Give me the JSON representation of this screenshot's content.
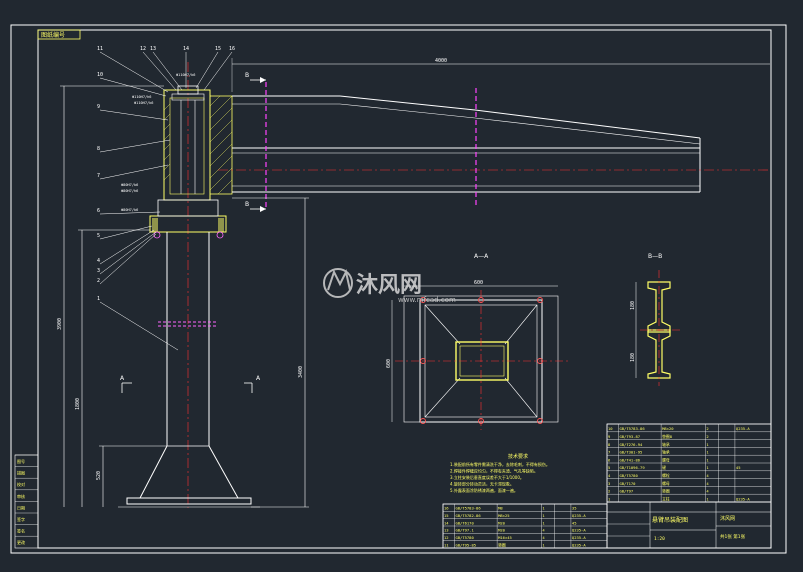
{
  "drawing": {
    "title_tag": "图纸编号",
    "watermark_main": "沐风网",
    "watermark_sub": "www.mfcad.com",
    "section_aa": "A—A",
    "section_bb": "B—B",
    "section_marker_a": "A",
    "section_marker_b": "B",
    "notes_title": "技术要求",
    "notes": [
      "1.装配前所有零件需清洗干净，去除毛刺，不得有损伤。",
      "2.焊接件焊缝应均匀，不得有夹渣、气孔等缺陷。",
      "3.立柱安装后垂直度误差不大于1/1000。",
      "4.旋转部分转动灵活，无卡滞现象。",
      "5.外露表面涂防锈漆两遍，面漆一遍。"
    ],
    "callouts": [
      "11",
      "12",
      "13",
      "14",
      "15",
      "16",
      "10",
      "9",
      "8",
      "7",
      "6",
      "5",
      "4",
      "3",
      "2",
      "1"
    ],
    "fits": [
      "Φ110H7/k6",
      "Φ110H7/h6",
      "Φ110H7/k6",
      "Φ80H7/k6",
      "Φ80H7/h6",
      "Φ80H7/k6"
    ],
    "dims": {
      "span": "4000",
      "height_total": "3900",
      "height_column": "3400",
      "height_lower": "1800",
      "base": "520",
      "sec_a_w": "600",
      "sec_a_h": "600",
      "sec_b": "180"
    }
  },
  "bom_upper": [
    [
      "10",
      "GB/T5783-86",
      "M8×20",
      "2",
      "",
      "Q235-A"
    ],
    [
      "9",
      "GB/T93-87",
      "垫圈8",
      "2",
      "",
      ""
    ],
    [
      "8",
      "GB/T276-94",
      "轴承",
      "1",
      "",
      ""
    ],
    [
      "7",
      "GB/T301-95",
      "轴承",
      "1",
      "",
      ""
    ],
    [
      "6",
      "GB/T41-86",
      "螺母",
      "1",
      "",
      ""
    ],
    [
      "5",
      "GB/T1096-79",
      "键",
      "1",
      "",
      "45"
    ],
    [
      "4",
      "GB/T5780",
      "螺栓",
      "4",
      "",
      ""
    ],
    [
      "3",
      "GB/T170",
      "螺母",
      "4",
      "",
      ""
    ],
    [
      "2",
      "GB/T97",
      "垫圈",
      "4",
      "",
      ""
    ],
    [
      "1",
      "",
      "立柱",
      "1",
      "",
      "Q235-A"
    ]
  ],
  "bom_lower": [
    [
      "16",
      "GB/T5783-86",
      "M8",
      "1",
      "",
      "35"
    ],
    [
      "15",
      "GB/T5782-86",
      "M8×25",
      "1",
      "",
      "Q235-A"
    ],
    [
      "14",
      "GB/T6170",
      "M20",
      "1",
      "",
      "45"
    ],
    [
      "13",
      "GB/T97.1",
      "M20",
      "4",
      "",
      "Q235-A"
    ],
    [
      "12",
      "GB/T5780",
      "M16×45",
      "4",
      "",
      "Q235-A"
    ],
    [
      "11",
      "GB/T95-85",
      "垫圈",
      "1",
      "",
      "Q235-A"
    ]
  ],
  "title_block": {
    "name": "悬臂吊装配图",
    "company": "沐风网",
    "scale": "1:20",
    "sheet": "共1张 第1张"
  },
  "left_strip": [
    "图号",
    "描图",
    "校对",
    "审核",
    "日期",
    "签字",
    "签名",
    "更改"
  ]
}
